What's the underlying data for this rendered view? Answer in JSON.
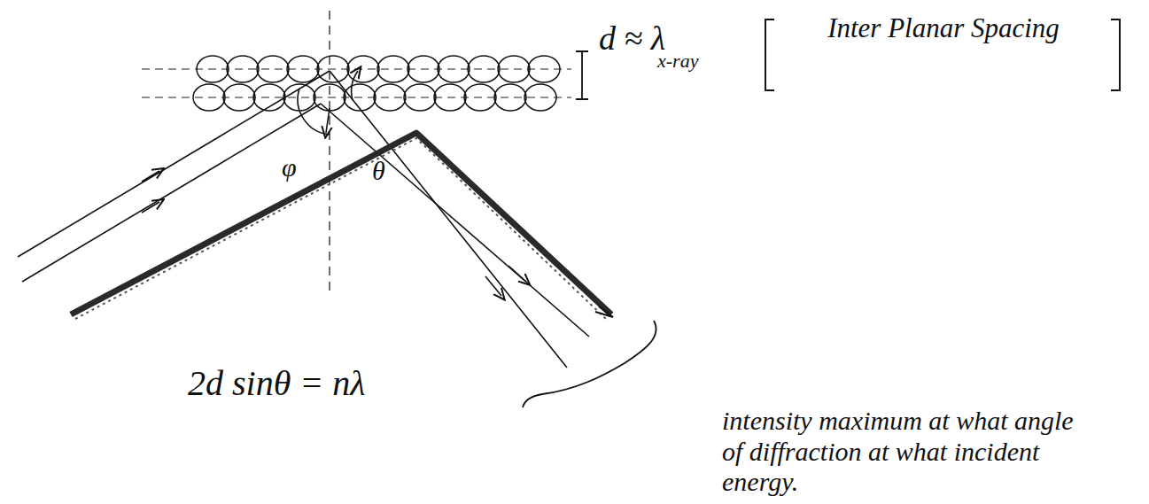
{
  "diagram": {
    "labels": [
      "d ≈ λ",
      "x-ray",
      "Inter Planar Spacing",
      "φ",
      "θ",
      "2d sinθ = nλ",
      "intensity maximum at what angle of diffraction at what incident energy."
    ]
  }
}
